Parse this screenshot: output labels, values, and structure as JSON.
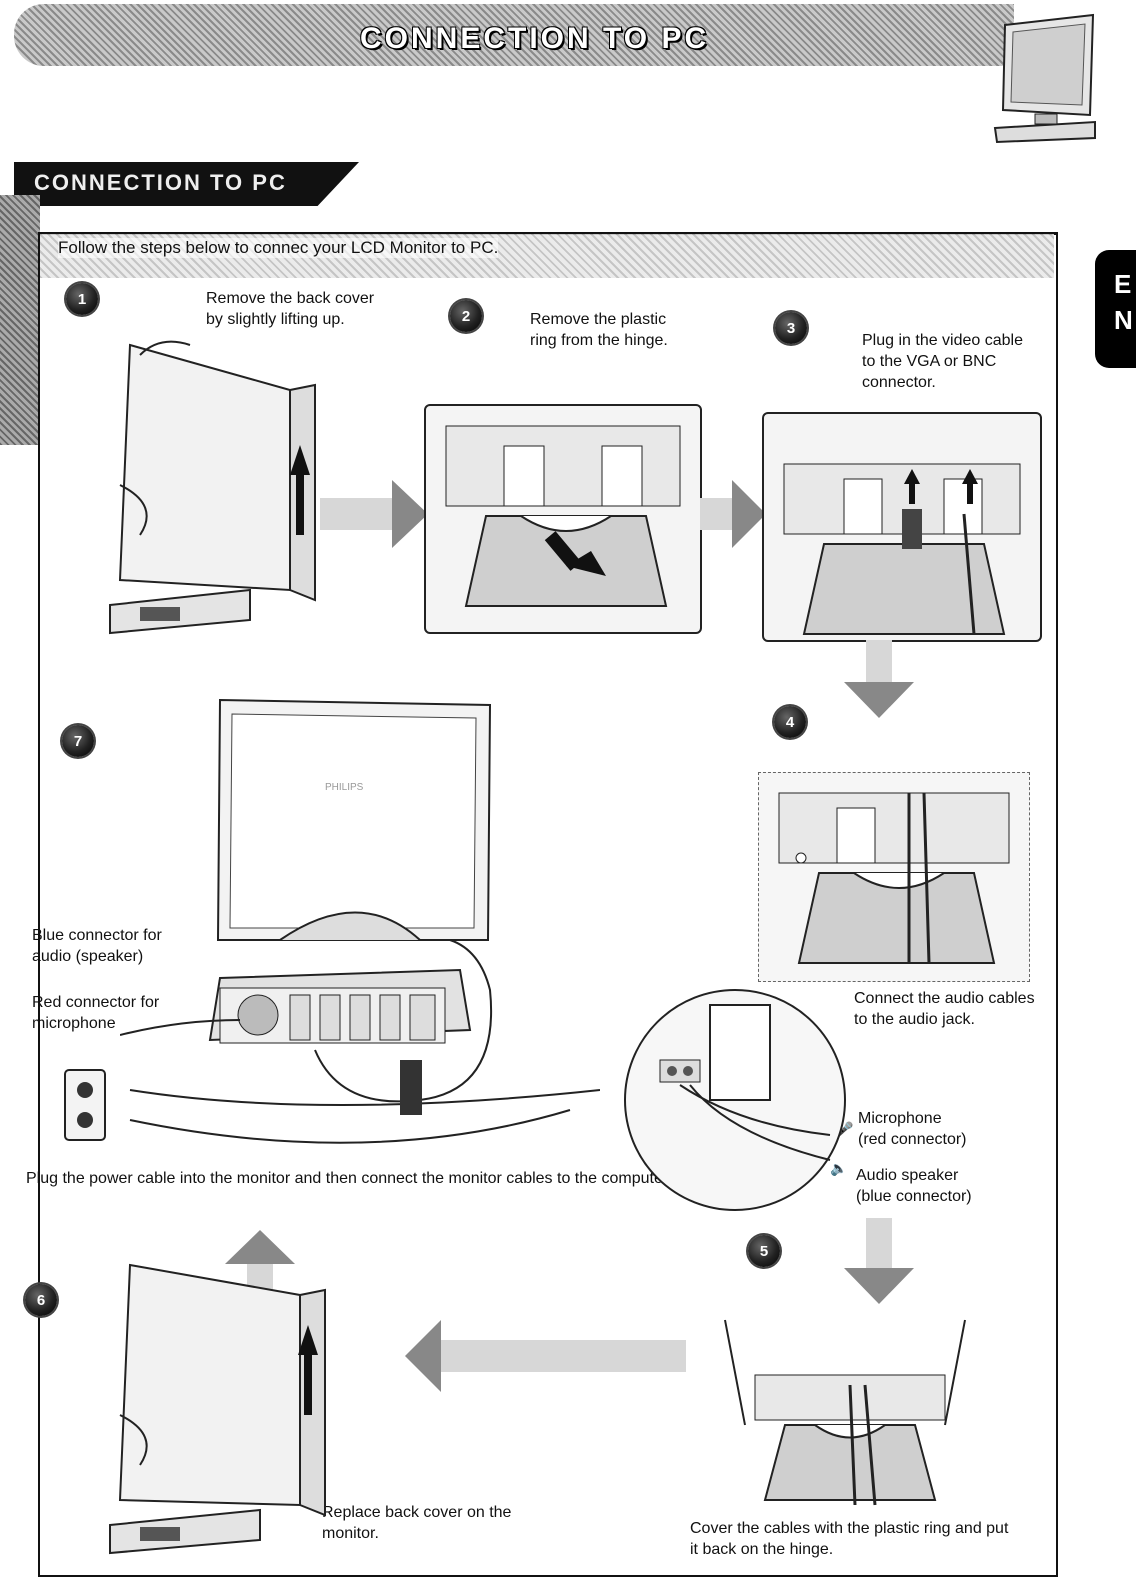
{
  "header": {
    "banner_title": "CONNECTION TO PC",
    "section_title": "CONNECTION TO PC"
  },
  "intro": "Follow the steps below to connec your LCD Monitor to PC.",
  "side_tab_letters": [
    "E",
    "N"
  ],
  "steps": [
    {
      "number": "1",
      "caption": "Remove the back cover\nby slightly lifting up."
    },
    {
      "number": "2",
      "caption": "Remove the plastic\nring from the hinge."
    },
    {
      "number": "3",
      "caption": "Plug in the video cable\nto the VGA or BNC\nconnector."
    },
    {
      "number": "4",
      "caption": "Connect the audio cables\nto the audio jack."
    },
    {
      "number": "5",
      "caption": "Cover the cables with the plastic ring and put\nit back on the hinge."
    },
    {
      "number": "6",
      "caption": "Replace back cover on the\nmonitor."
    },
    {
      "number": "7",
      "caption": "Plug the power cable into the monitor and then connect the monitor cables to the computer."
    }
  ],
  "labels": {
    "blue_connector": "Blue connector for\naudio (speaker)",
    "red_connector": "Red connector for\nmicrophone",
    "microphone": "Microphone\n(red connector)",
    "audio_speaker": "Audio speaker\n(blue connector)",
    "monitor_brand": "PHILIPS"
  }
}
